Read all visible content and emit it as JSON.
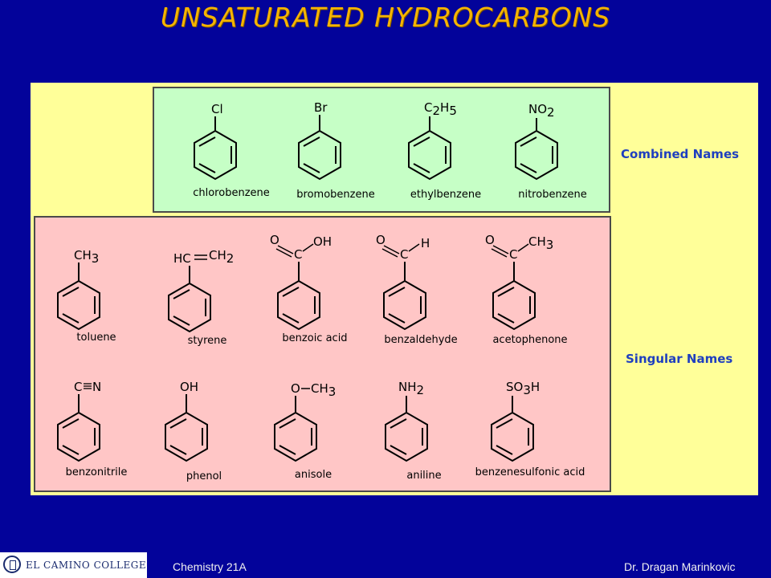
{
  "title": "UNSATURATED HYDROCARBONS",
  "labels": {
    "combined": "Combined Names",
    "singular": "Singular Names"
  },
  "combined": [
    {
      "name": "chlorobenzene",
      "substituent": "Cl"
    },
    {
      "name": "bromobenzene",
      "substituent": "Br"
    },
    {
      "name": "ethylbenzene",
      "substituent": "C2H5"
    },
    {
      "name": "nitrobenzene",
      "substituent": "NO2"
    }
  ],
  "singular_row1": [
    {
      "name": "toluene",
      "substituent": "CH3"
    },
    {
      "name": "styrene",
      "substituent": "HC=CH2"
    },
    {
      "name": "benzoic acid",
      "substituent": "COOH"
    },
    {
      "name": "benzaldehyde",
      "substituent": "CHO"
    },
    {
      "name": "acetophenone",
      "substituent": "COCH3"
    }
  ],
  "singular_row2": [
    {
      "name": "benzonitrile",
      "substituent": "C≡N"
    },
    {
      "name": "phenol",
      "substituent": "OH"
    },
    {
      "name": "anisole",
      "substituent": "O–CH3"
    },
    {
      "name": "aniline",
      "substituent": "NH2"
    },
    {
      "name": "benzenesulfonic acid",
      "substituent": "SO3H"
    }
  ],
  "footer": {
    "logo": "EL CAMINO COLLEGE",
    "course": "Chemistry 21A",
    "author": "Dr. Dragan Marinkovic"
  }
}
